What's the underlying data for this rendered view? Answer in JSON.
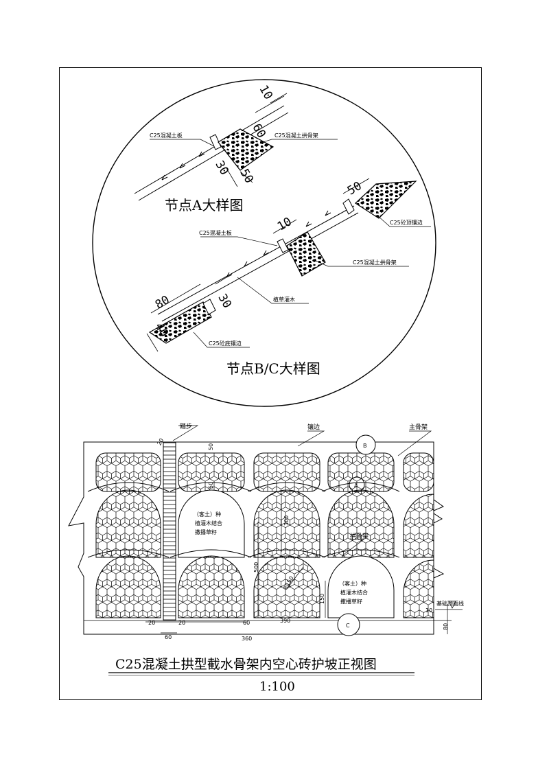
{
  "detailA": {
    "title": "节点A大样图",
    "label_plate": "C25混凝土板",
    "label_frame": "C25混凝土拱骨架",
    "dim_10": "10",
    "dim_60": "60",
    "dim_30": "30",
    "dim_50": "50"
  },
  "detailBC": {
    "title": "节点B/C大样图",
    "label_plate": "C25混凝土板",
    "label_frame": "C25混凝土拱骨架",
    "label_top": "C25砼顶镶边",
    "label_bottom": "C25砼底镶边",
    "label_plant": "植草灌木",
    "dim_50": "50",
    "dim_10": "10",
    "dim_80": "80",
    "dim_30": "30",
    "dim_40": "40"
  },
  "elevation": {
    "label_step": "踏步",
    "label_edge": "镶边",
    "label_main": "主骨架",
    "label_arch": "拱骨架",
    "marker_A": "A",
    "marker_B": "B",
    "marker_C": "C",
    "fill_text_1": "（客土）种",
    "fill_text_2": "植灌木结合",
    "fill_text_3": "撒播草籽",
    "label_base": "基础顶面线",
    "dims": {
      "d20a": "20",
      "d50a": "50",
      "d50b": "50",
      "d300": "300",
      "d500": "500",
      "r150": "R150",
      "d150": "150",
      "d20b": "20",
      "d20c": "20",
      "d60a": "60",
      "d60b": "60",
      "d390": "390",
      "d360": "360",
      "d10": "10",
      "d80": "80"
    }
  },
  "title": "C25混凝土拱型截水骨架内空心砖护坡正视图",
  "scale": "1:100"
}
